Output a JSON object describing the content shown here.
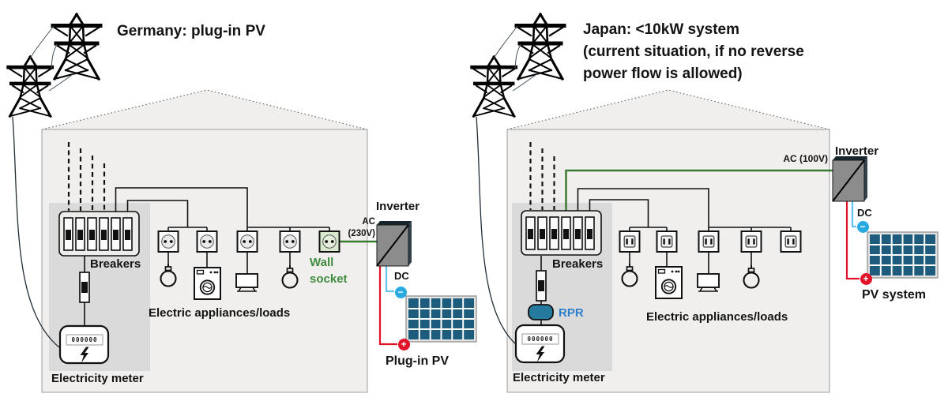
{
  "left": {
    "title": "Germany: plug-in PV",
    "breakers_label": "Breakers",
    "electricity_meter_label": "Electricity meter",
    "meter_reading": "000000",
    "appliances_label": "Electric appliances/loads",
    "wall_socket_line1": "Wall",
    "wall_socket_line2": "socket",
    "ac_line1": "AC",
    "ac_line2": "(230V)",
    "inverter_label": "Inverter",
    "dc_label": "DC",
    "pv_label": "Plug-in PV"
  },
  "right": {
    "title_line1": "Japan: <10kW system",
    "title_line2": "(current situation, if no reverse",
    "title_line3": "power flow is allowed)",
    "breakers_label": "Breakers",
    "electricity_meter_label": "Electricity meter",
    "meter_reading": "000000",
    "appliances_label": "Electric appliances/loads",
    "rpr_label": "RPR",
    "ac_label": "AC (100V)",
    "inverter_label": "Inverter",
    "dc_label": "DC",
    "pv_label": "PV system"
  },
  "dc_polarity": {
    "minus": "−",
    "plus": "+"
  },
  "colors": {
    "green_wire": "#3a7a33",
    "green_text": "#3f8c3f",
    "wall_socket_fill": "#d9e9cf",
    "blue_badge": "#29abe2",
    "blue_wire": "#62c4ec",
    "red_accent": "#e01328",
    "rpr_fill": "#267a9e",
    "rpr_text": "#2e80cf",
    "pv_cell": "#1d5c7c",
    "house_fill": "#f0efee",
    "panel_fill": "#dadada"
  }
}
